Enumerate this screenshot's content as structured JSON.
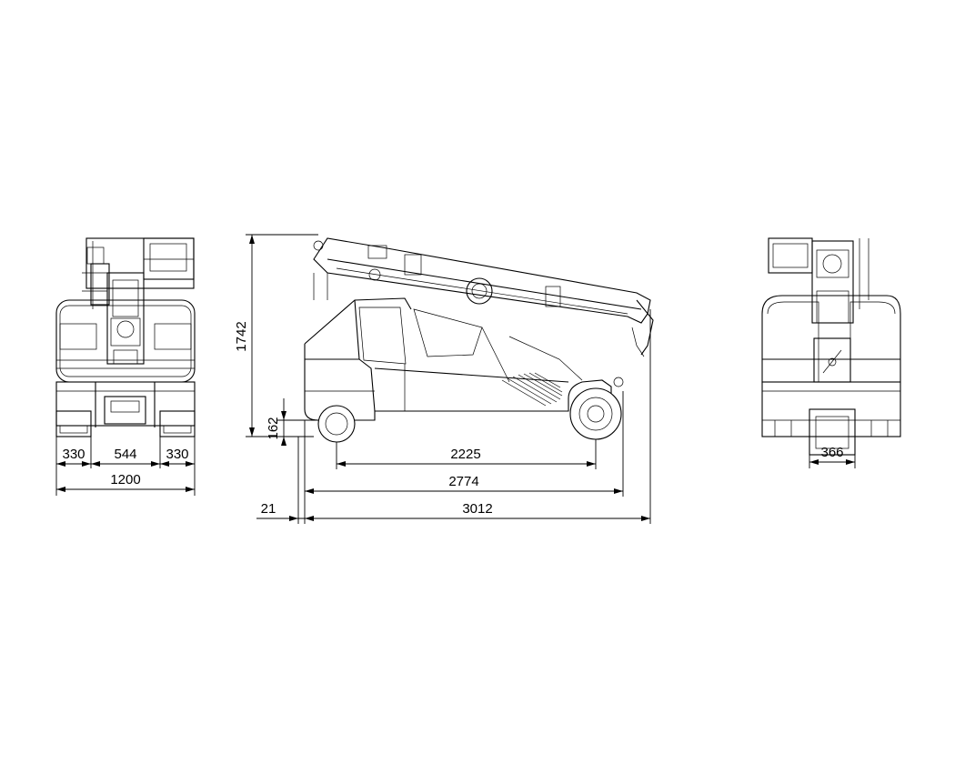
{
  "views": {
    "front": {
      "dimensions": {
        "left_track": "330",
        "track_gap": "544",
        "right_track": "330",
        "total_width": "1200"
      }
    },
    "side": {
      "dimensions": {
        "height": "1742",
        "ground_clearance": "162",
        "wheelbase": "2225",
        "body_length": "2774",
        "overhang": "21",
        "total_length": "3012"
      }
    },
    "rear": {
      "dimensions": {
        "track_width": "366"
      }
    }
  }
}
